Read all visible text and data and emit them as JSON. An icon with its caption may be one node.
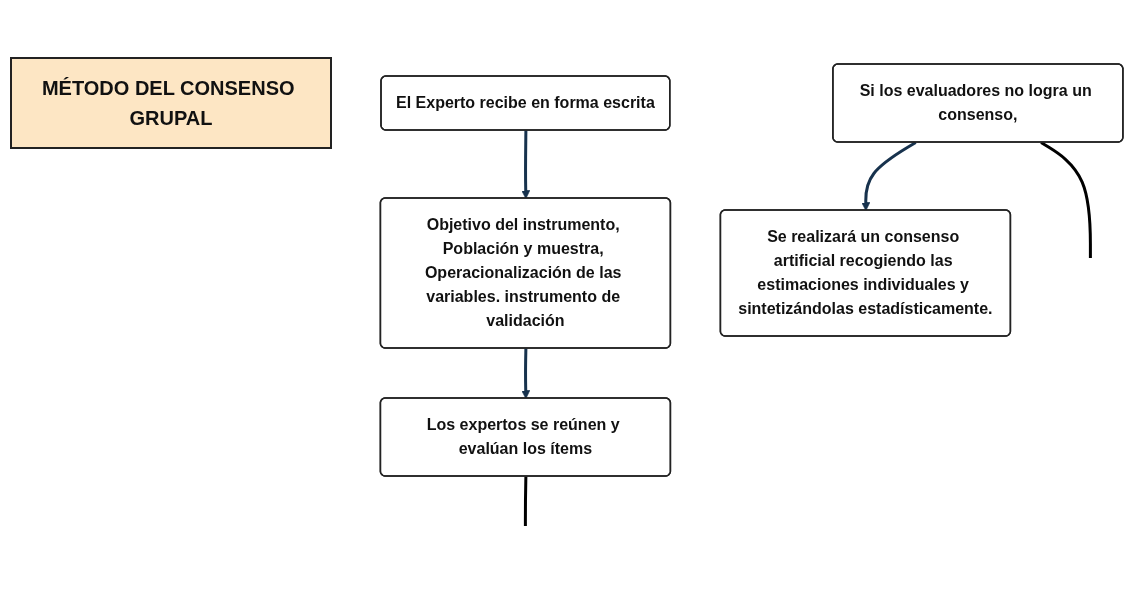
{
  "diagram": {
    "nodes": [
      {
        "text": [
          "MÉTODO DEL CONSENSO GRUPAL"
        ]
      },
      {
        "text": [
          "El Experto recibe en forma escrita"
        ]
      },
      {
        "text": [
          "Objetivo del instrumento, Población y muestra, Operacionalización de las variables. instrumento de validación"
        ]
      },
      {
        "text": [
          "Los expertos se reúnen y evalúan los ítems"
        ]
      },
      {
        "text": [
          "Si los evaluadores no logra un consenso,"
        ]
      },
      {
        "text": [
          "Se realizará un consenso artificial recogiendo las estimaciones individuales y sintetizándolas estadísticamente."
        ]
      }
    ],
    "edges": [
      {
        "from": 1,
        "to": 2,
        "arrow": "to"
      },
      {
        "from": 2,
        "to": 3,
        "arrow": "to"
      },
      {
        "from": 3,
        "to": null,
        "arrow": "none",
        "color": "#000000"
      },
      {
        "from": 4,
        "to": null,
        "arrow": "none",
        "color": "#000000"
      },
      {
        "from": 4,
        "to": 5,
        "arrow": "to"
      }
    ]
  }
}
